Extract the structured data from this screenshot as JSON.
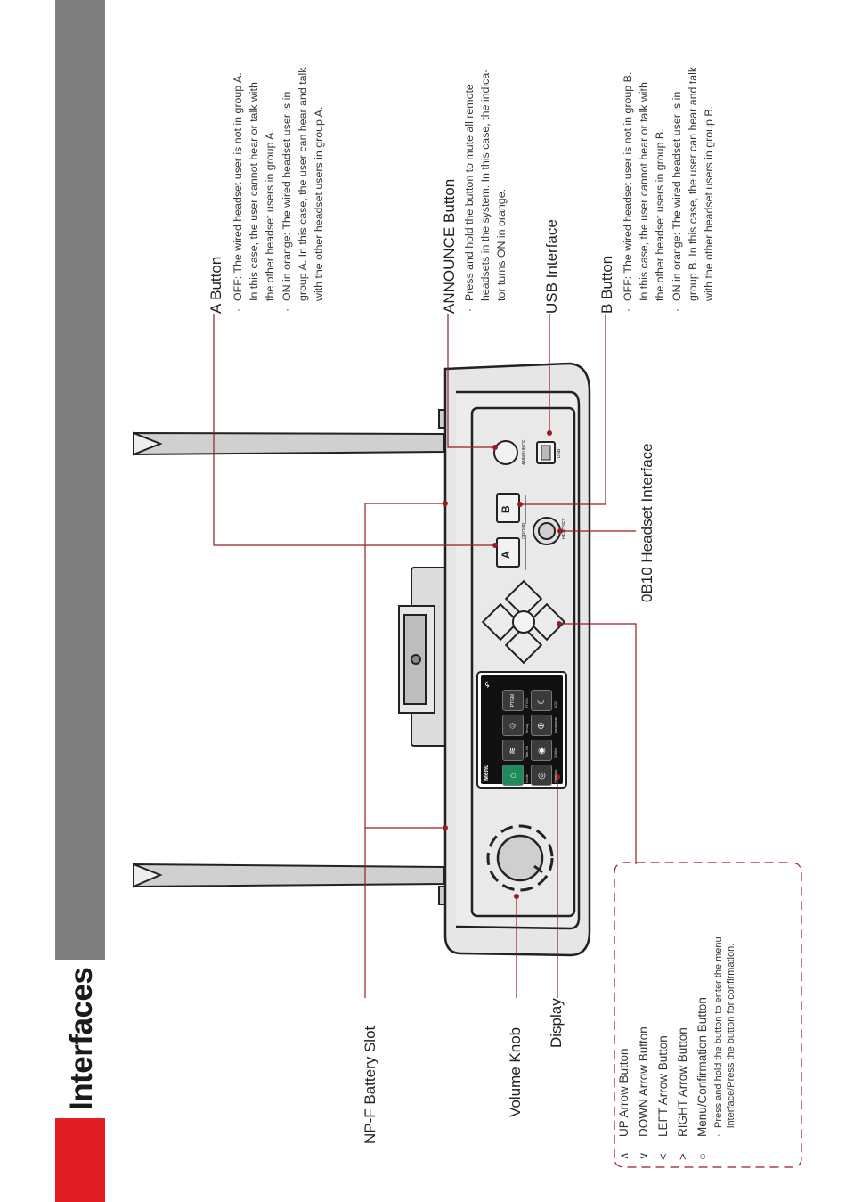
{
  "page": {
    "title": "Interfaces"
  },
  "colors": {
    "accent": "#e31d25",
    "band": "#7f7f7f",
    "leader": "#9b1c20"
  },
  "callouts": {
    "a_button": {
      "title": "A Button",
      "lines": [
        {
          "bullet": true,
          "text": "OFF: The wired headset user is not in group A."
        },
        {
          "bullet": false,
          "text": "In this case, the user cannot hear or talk with"
        },
        {
          "bullet": false,
          "text": "the other headset users in group A."
        },
        {
          "bullet": true,
          "text": "ON in orange: The wired headset user is in"
        },
        {
          "bullet": false,
          "text": "group A. In this case, the user can hear and talk"
        },
        {
          "bullet": false,
          "text": "with the other headset users in group A."
        }
      ]
    },
    "announce_button": {
      "title": "ANNOUNCE Button",
      "lines": [
        {
          "bullet": true,
          "text": "Press and hold the button to mute all remote"
        },
        {
          "bullet": false,
          "text": "headsets in the system. In this case, the indica-"
        },
        {
          "bullet": false,
          "text": "tor turns ON in orange."
        }
      ]
    },
    "usb_interface": {
      "title": "USB Interface"
    },
    "b_button": {
      "title": "B Button",
      "lines": [
        {
          "bullet": true,
          "text": "OFF: The wired headset user is not in group B."
        },
        {
          "bullet": false,
          "text": "In this case, the user cannot hear or talk with"
        },
        {
          "bullet": false,
          "text": "the other headset users in group B."
        },
        {
          "bullet": true,
          "text": "ON in orange: The wired headset user is in"
        },
        {
          "bullet": false,
          "text": "group B. In this case, the user can hear and talk"
        },
        {
          "bullet": false,
          "text": "with the other headset users in group B."
        }
      ]
    },
    "headset_interface": {
      "title": "0B10 Headset Interface"
    },
    "battery_slot": {
      "title": "NP-F Battery Slot"
    },
    "volume_knob": {
      "title": "Volume Knob"
    },
    "display": {
      "title": "Display"
    }
  },
  "legend": {
    "items": [
      {
        "symbol": "^",
        "label": "UP Arrow Button"
      },
      {
        "symbol": "v",
        "label": "DOWN Arrow Button"
      },
      {
        "symbol": "<",
        "label": "LEFT Arrow Button"
      },
      {
        "symbol": ">",
        "label": "RIGHT Arrow Button"
      },
      {
        "symbol": "o",
        "label": "Menu/Confirmation Button"
      }
    ],
    "note_lines": [
      "Press and hold the button to enter the menu",
      "interface/Press the button for confirmation."
    ]
  },
  "device": {
    "button_a": "A",
    "button_b": "B",
    "group_label": "GROUP",
    "announce_label": "ANNOUNCE",
    "usb_label": "USB",
    "headset_label": "HEADSET",
    "screen": {
      "title": "Menu",
      "back_icon": "back-arrow-icon",
      "tiles": [
        {
          "icon": "home-icon",
          "label": "Mode",
          "active": true
        },
        {
          "icon": "eq-icon",
          "label": "Talk-Vol"
        },
        {
          "icon": "group-icon",
          "label": "Group"
        },
        {
          "icon": "ptgm-icon",
          "label": "PTGM",
          "text": "PTGM"
        },
        {
          "icon": "wireless-icon",
          "label": "Wireless"
        },
        {
          "icon": "mic-icon",
          "label": "2-Wire"
        },
        {
          "icon": "globe-icon",
          "label": "Language"
        },
        {
          "icon": "moon-icon",
          "label": "LCD"
        }
      ]
    }
  }
}
